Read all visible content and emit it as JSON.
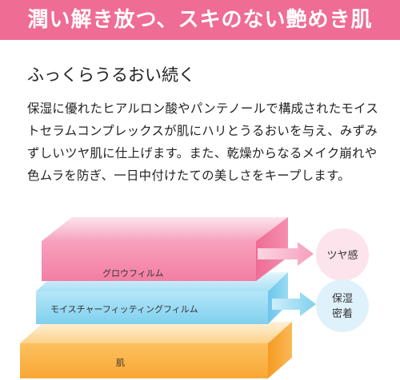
{
  "header": {
    "title": "潤い解き放つ、スキのない艶めき肌"
  },
  "section": {
    "subtitle": "ふっくらうるおい続く",
    "body": "保湿に優れたヒアルロン酸やパンテノールで構成されたモイストセラムコンプレックスが肌にハリとうるおいを与え、みずみずしいツヤ肌に仕上げます。また、乾燥からなるメイク崩れや色ムラを防ぎ、一日中付けたての美しさをキープします。"
  },
  "diagram": {
    "layers": [
      {
        "label": "グロウフィルム",
        "color": "#f27ea3"
      },
      {
        "label": "モイスチャーフィッティングフィルム",
        "color": "#7fd0ee"
      },
      {
        "label": "肌",
        "color": "#f9a735"
      }
    ],
    "circles": [
      {
        "lines": [
          "ツヤ感"
        ],
        "color": "#fde3ec"
      },
      {
        "lines": [
          "保湿",
          "密着"
        ],
        "color": "#dff2fb"
      }
    ]
  }
}
